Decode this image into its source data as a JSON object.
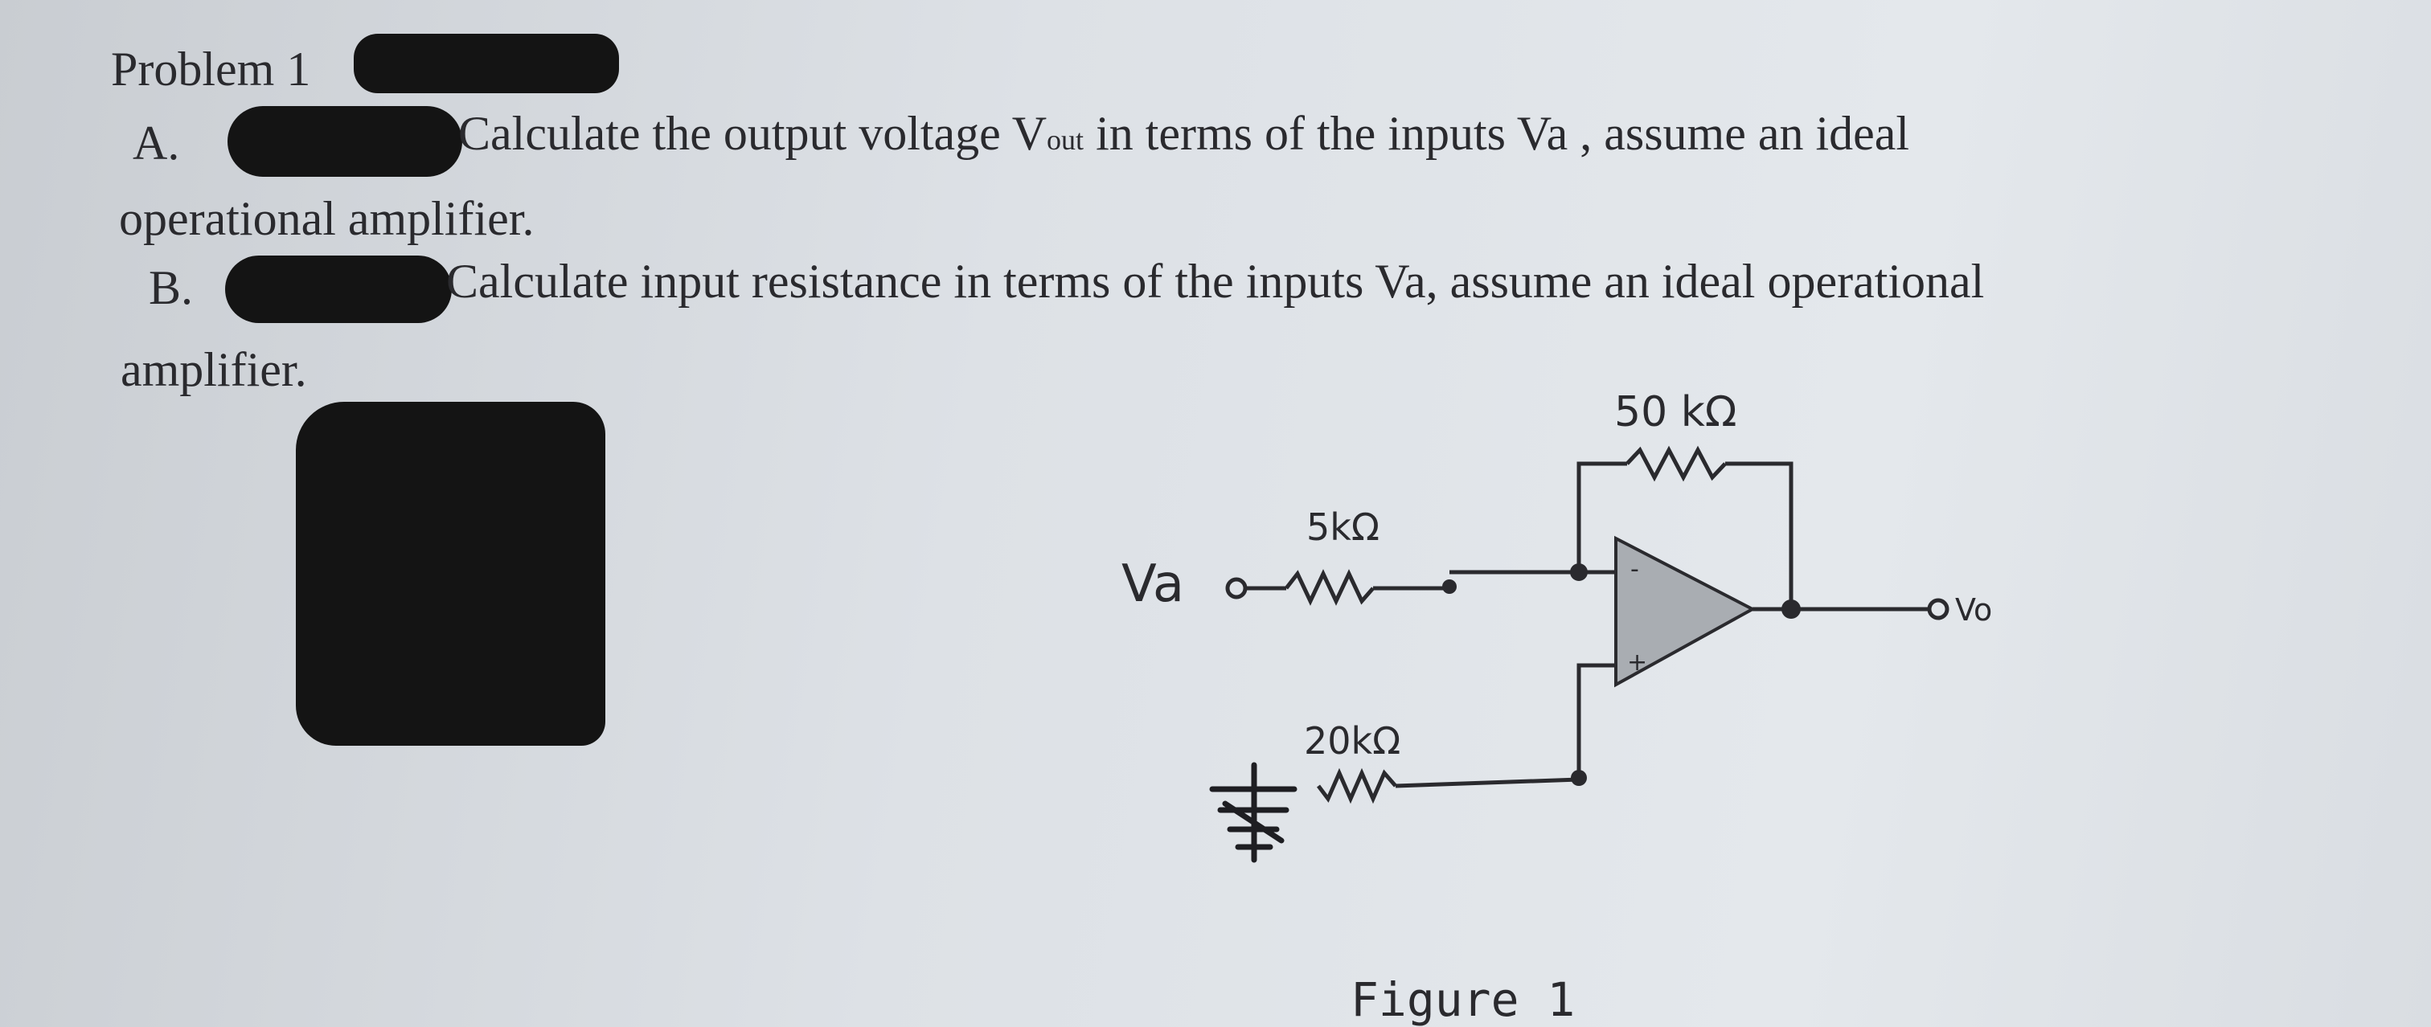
{
  "problem": {
    "title": "Problem 1",
    "part_a": {
      "marker": "A.",
      "text_before_sub": "Calculate the output voltage V",
      "subscript": "out",
      "text_after_sub": " in terms of the inputs Va , assume an ideal",
      "continuation": "operational amplifier."
    },
    "part_b": {
      "marker": "B.",
      "text": "Calculate input resistance in terms of the inputs Va, assume an ideal operational",
      "continuation": "amplifier."
    }
  },
  "circuit": {
    "feedback_resistor": "50 kΩ",
    "input_resistor": "5kΩ",
    "ground_resistor": "20kΩ",
    "input_label": "Va",
    "output_label": "Vo",
    "inverting_sign": "-",
    "noninverting_sign": "+"
  },
  "figure_caption": "Figure 1",
  "colors": {
    "paper": "#dde1e6",
    "ink": "#2a2a2e",
    "opamp_fill": "#a9adb2",
    "redaction": "#141414"
  }
}
